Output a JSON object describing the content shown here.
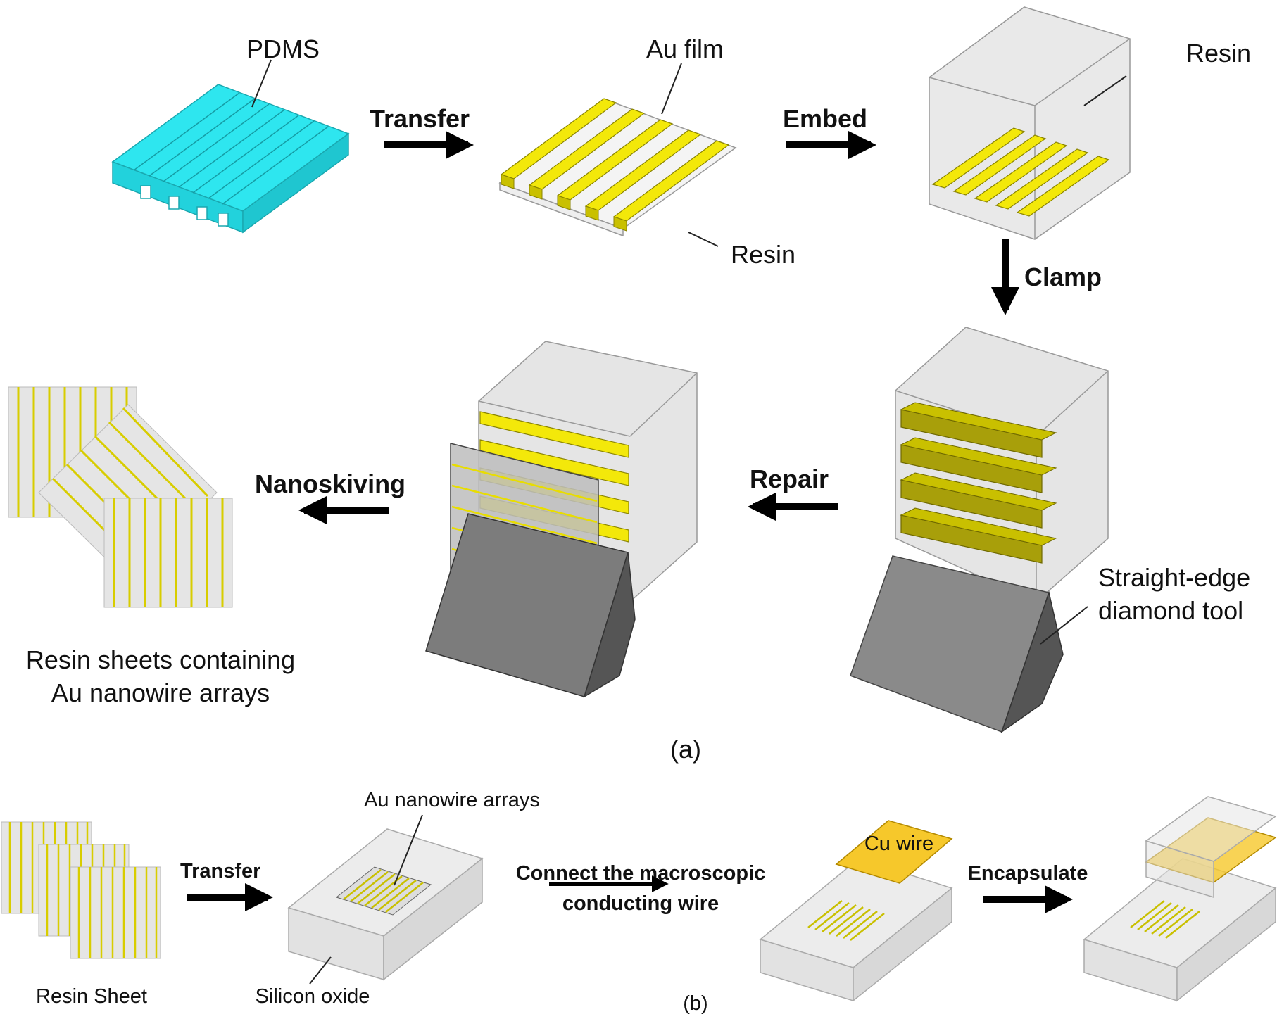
{
  "labels": {
    "pdms": "PDMS",
    "au_film": "Au film",
    "resin_top": "Resin",
    "resin_bottom": "Resin",
    "diamond_tool_1": "Straight-edge",
    "diamond_tool_2": "diamond tool",
    "sheets_caption_1": "Resin sheets containing",
    "sheets_caption_2": "Au nanowire arrays",
    "panel_a": "(a)",
    "panel_b": "(b)",
    "au_nanowire_arrays": "Au nanowire arrays",
    "silicon_oxide": "Silicon oxide",
    "resin_sheet": "Resin Sheet",
    "cu_wire": "Cu wire"
  },
  "steps": {
    "transfer": "Transfer",
    "embed": "Embed",
    "clamp": "Clamp",
    "repair": "Repair",
    "nanoskiving": "Nanoskiving",
    "transfer_b": "Transfer",
    "connect_1": "Connect the macroscopic",
    "connect_2": "conducting wire",
    "encapsulate": "Encapsulate"
  },
  "colors": {
    "pdms": "#2ee6ef",
    "gold": "#f3e80a",
    "dark_gold": "#a89f0a",
    "resin": "#e6e6e6",
    "tool": "#808080",
    "copper": "#f6c82b"
  }
}
